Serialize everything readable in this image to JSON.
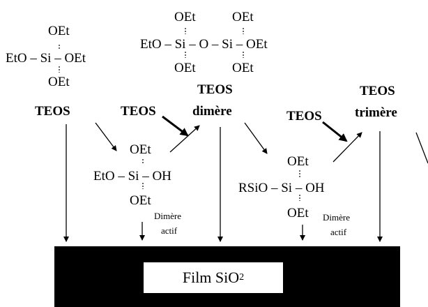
{
  "monomer": {
    "top": "OEt",
    "row": "EtO – Si – OEt",
    "bottom": "OEt",
    "label": "TEOS"
  },
  "dimer_structure": {
    "top_left": "OEt",
    "top_right": "OEt",
    "row": "EtO – Si – O – Si – OEt",
    "bottom_left": "OEt",
    "bottom_right": "OEt"
  },
  "active_dimer": {
    "top": "OEt",
    "row": "EtO – Si – OH",
    "bottom": "OEt",
    "note_line1": "Dimère",
    "note_line2": "actif"
  },
  "active_trimer": {
    "top": "OEt",
    "row": "RSiO –   Si – OH",
    "bottom": "OEt",
    "note_line1": "Dimère",
    "note_line2": "actif"
  },
  "labels": {
    "teos_added_1": "TEOS",
    "teos_dimere_line1": "TEOS",
    "teos_dimere_line2": "dimère",
    "teos_added_2": "TEOS",
    "teos_trimere_line1": "TEOS",
    "teos_trimere_line2": "trimère"
  },
  "film": {
    "text": "Film SiO",
    "subscript": "2",
    "box_color": "#000000",
    "label_bg": "#ffffff"
  }
}
